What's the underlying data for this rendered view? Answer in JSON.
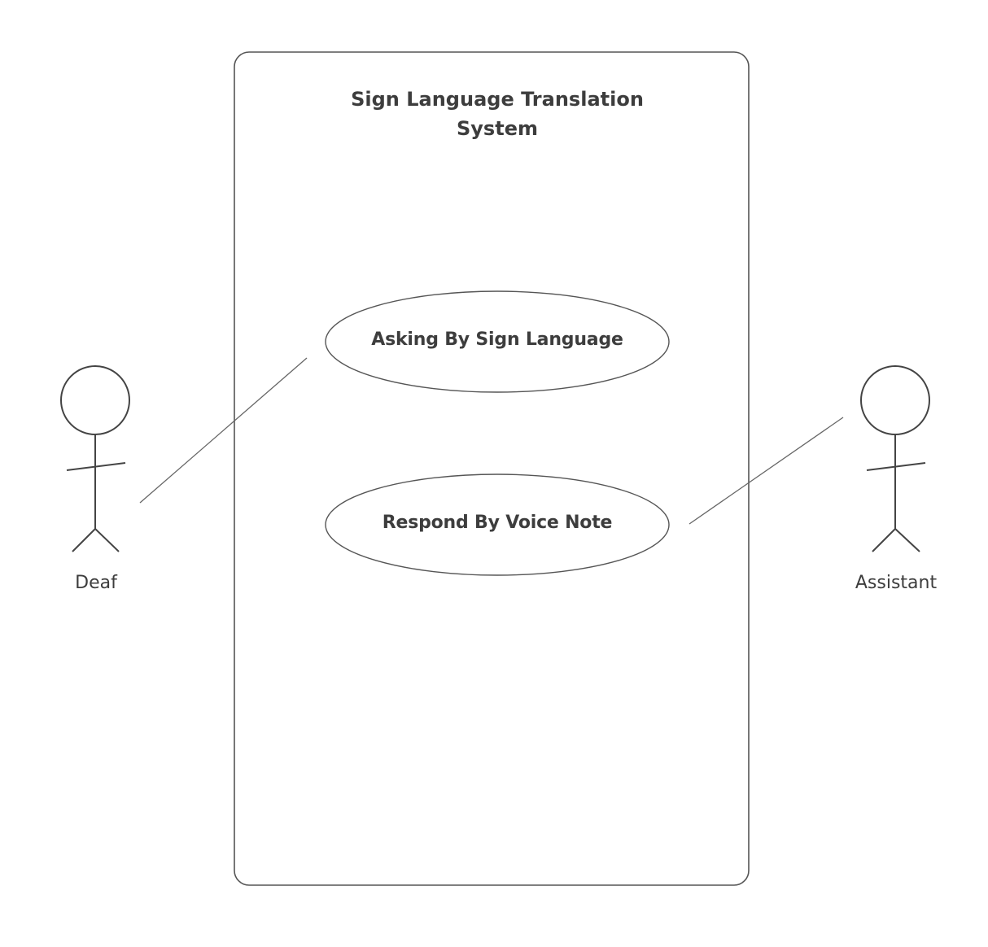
{
  "system": {
    "title": "Sign Language Translation System"
  },
  "use_cases": [
    {
      "label": "Asking By Sign Language"
    },
    {
      "label": "Respond By Voice Note"
    }
  ],
  "actors": [
    {
      "name": "Deaf"
    },
    {
      "name": "Assistant"
    }
  ],
  "colors": {
    "stroke": "#555555",
    "text": "#3d3d3d",
    "background": "#ffffff"
  }
}
